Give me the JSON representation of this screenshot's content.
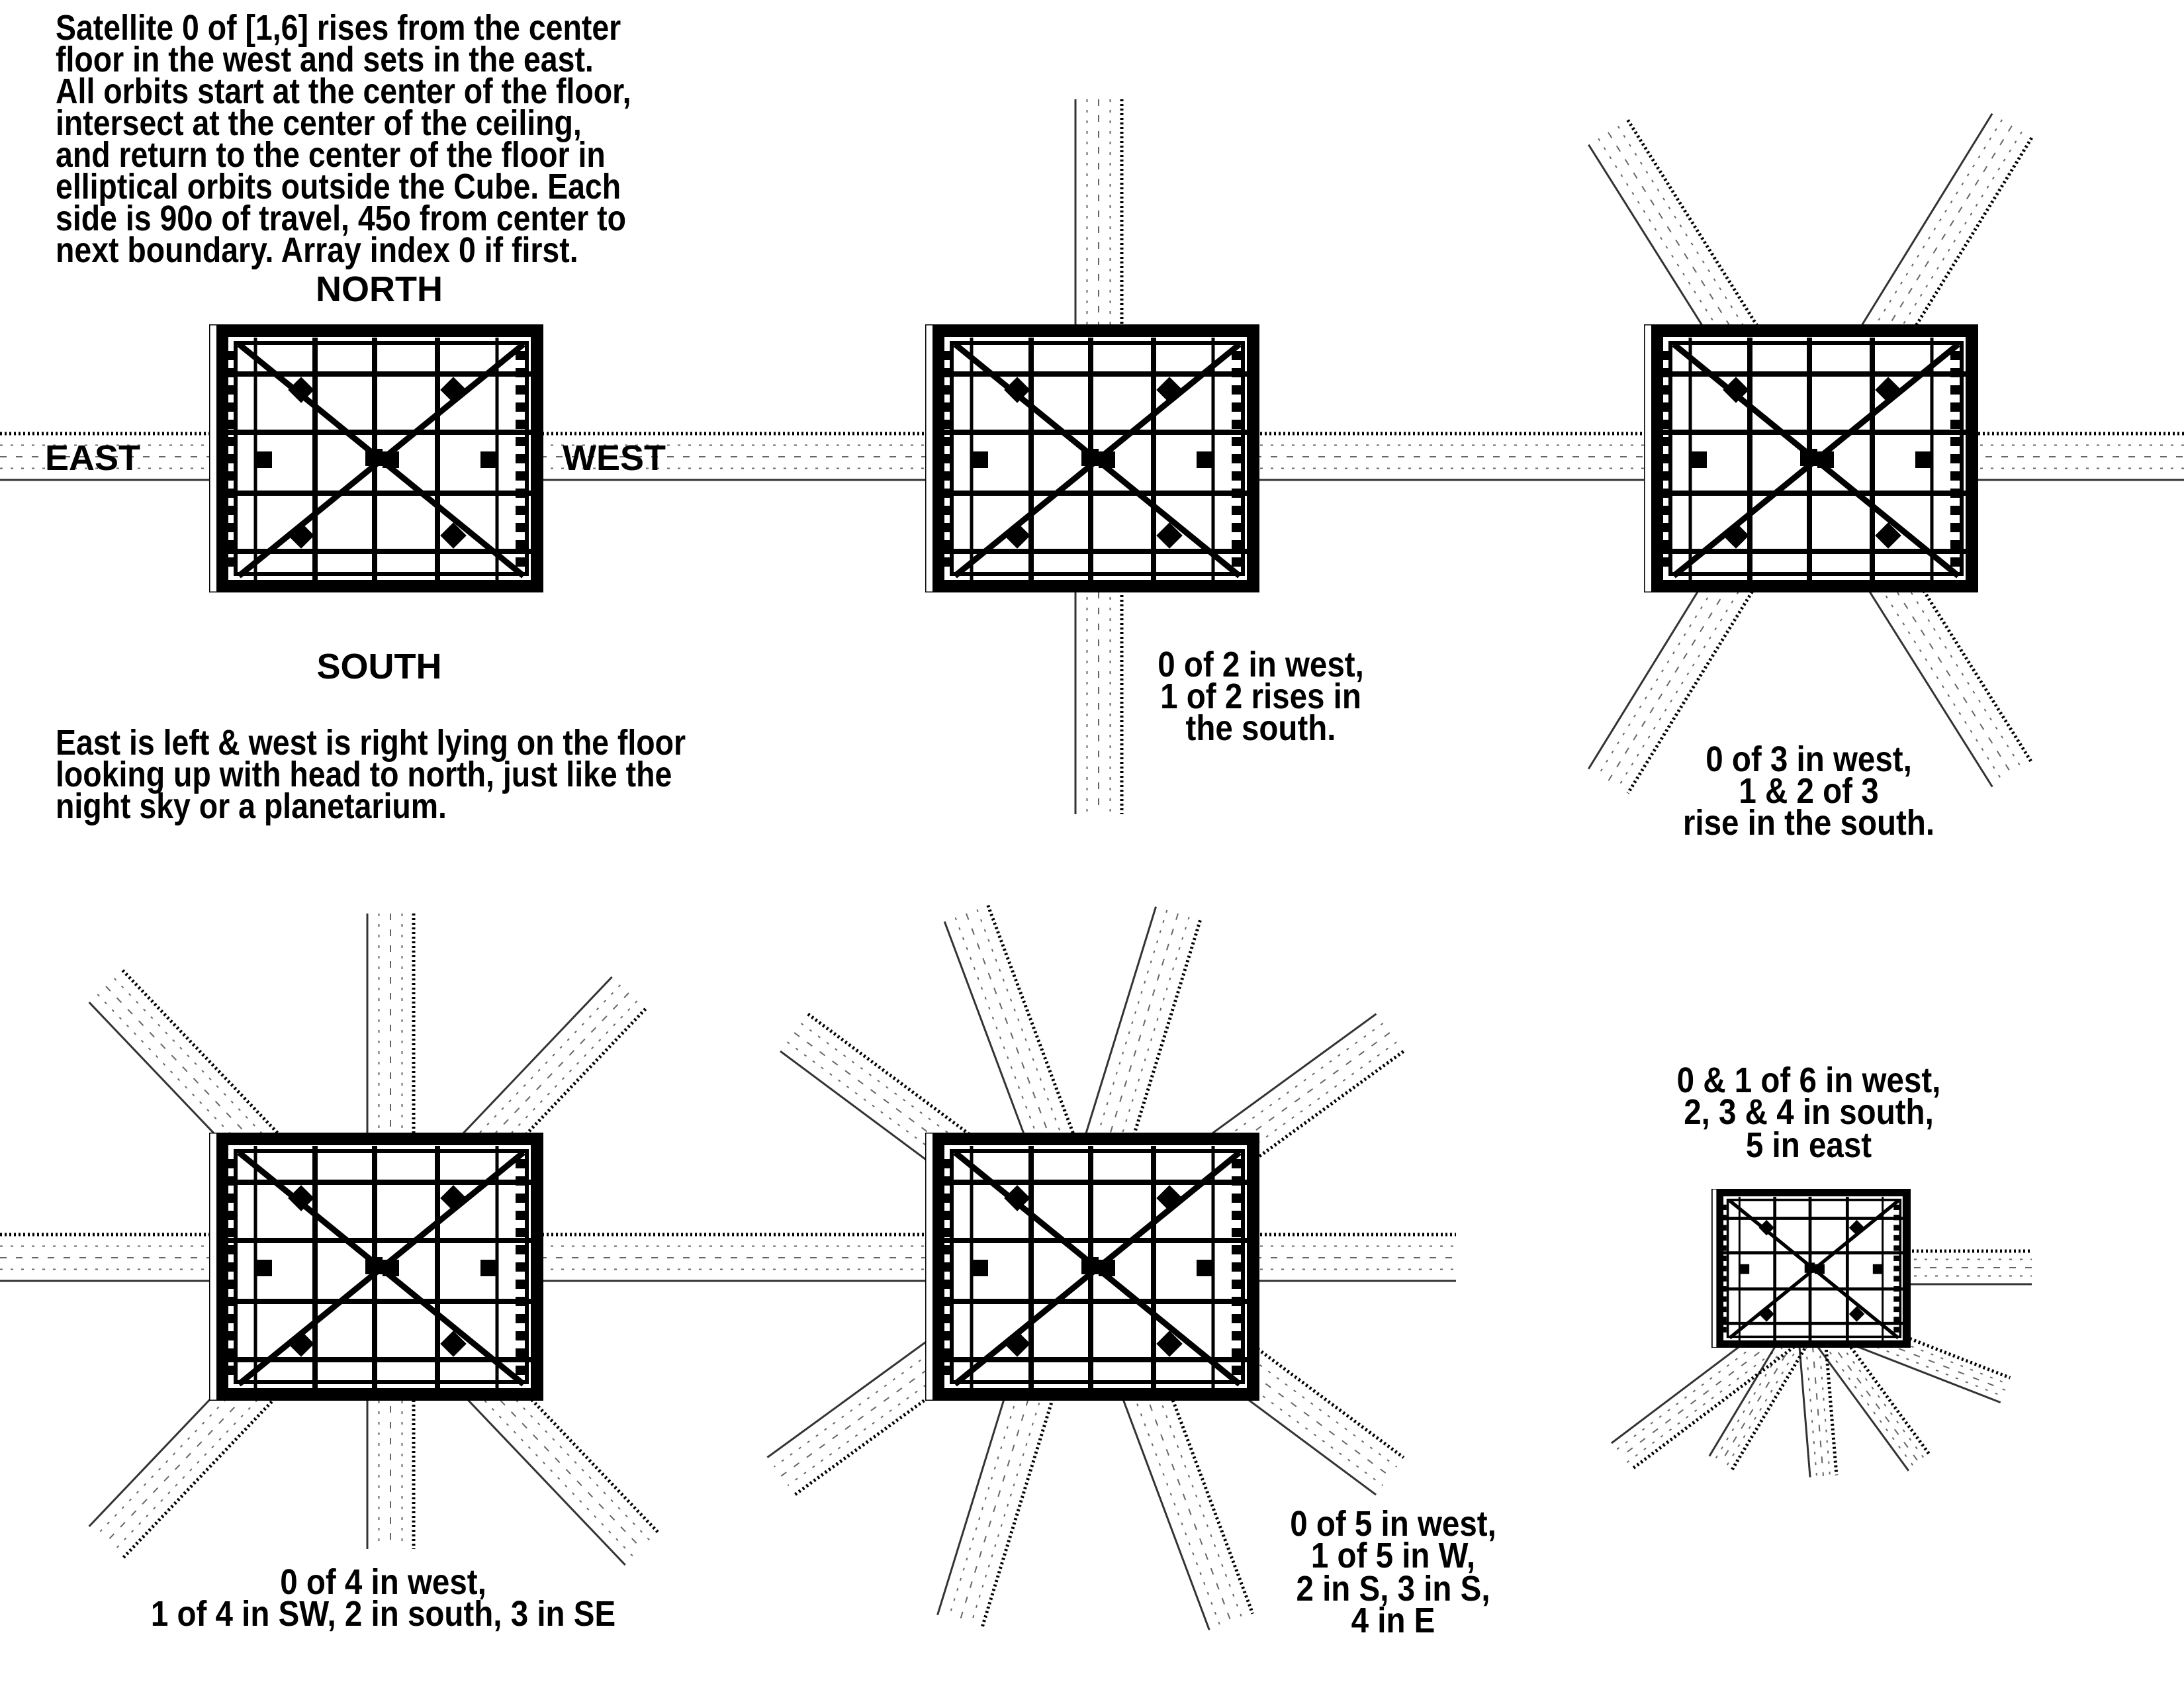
{
  "intro_text": [
    "Satellite 0 of [1,6] rises from the center",
    "floor in the west and sets in the east.",
    "All orbits start at the center of the floor,",
    "intersect at the center of the ceiling,",
    "and return to the center of the floor in",
    "elliptical orbits outside the Cube. Each",
    "side is 90o of travel, 45o from center to",
    "next boundary. Array index 0 if first."
  ],
  "compass": {
    "north": "NORTH",
    "south": "SOUTH",
    "east": "EAST",
    "west": "WEST"
  },
  "orientation_note": [
    "East is left & west is right lying on the floor",
    "looking up with head to north, just like the",
    "night sky or a planetarium."
  ],
  "captions": {
    "two": [
      "0 of 2 in west,",
      "1 of 2 rises in",
      "the south."
    ],
    "three": [
      "0 of 3 in west,",
      "1 & 2 of 3",
      "rise in the south."
    ],
    "four": [
      "0 of 4 in west,",
      "1 of 4 in SW, 2 in south, 3 in SE"
    ],
    "five": [
      "0 of 5 in west,",
      "1 of 5 in W,",
      "2 in S, 3 in S,",
      "4 in E"
    ],
    "six": [
      "0 & 1 of 6 in west,",
      "2, 3 & 4 in south,",
      "5 in east"
    ]
  },
  "colors": {
    "ink": "#000000",
    "background": "#ffffff"
  }
}
